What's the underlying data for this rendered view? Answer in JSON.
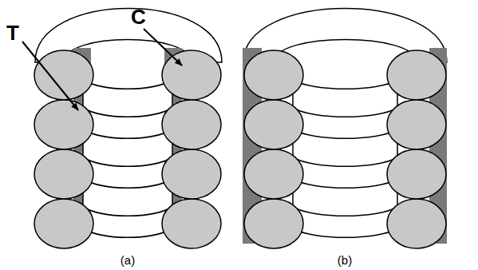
{
  "diagram": {
    "labels": [
      "T",
      "C",
      "(a)",
      "(b)"
    ]
  }
}
